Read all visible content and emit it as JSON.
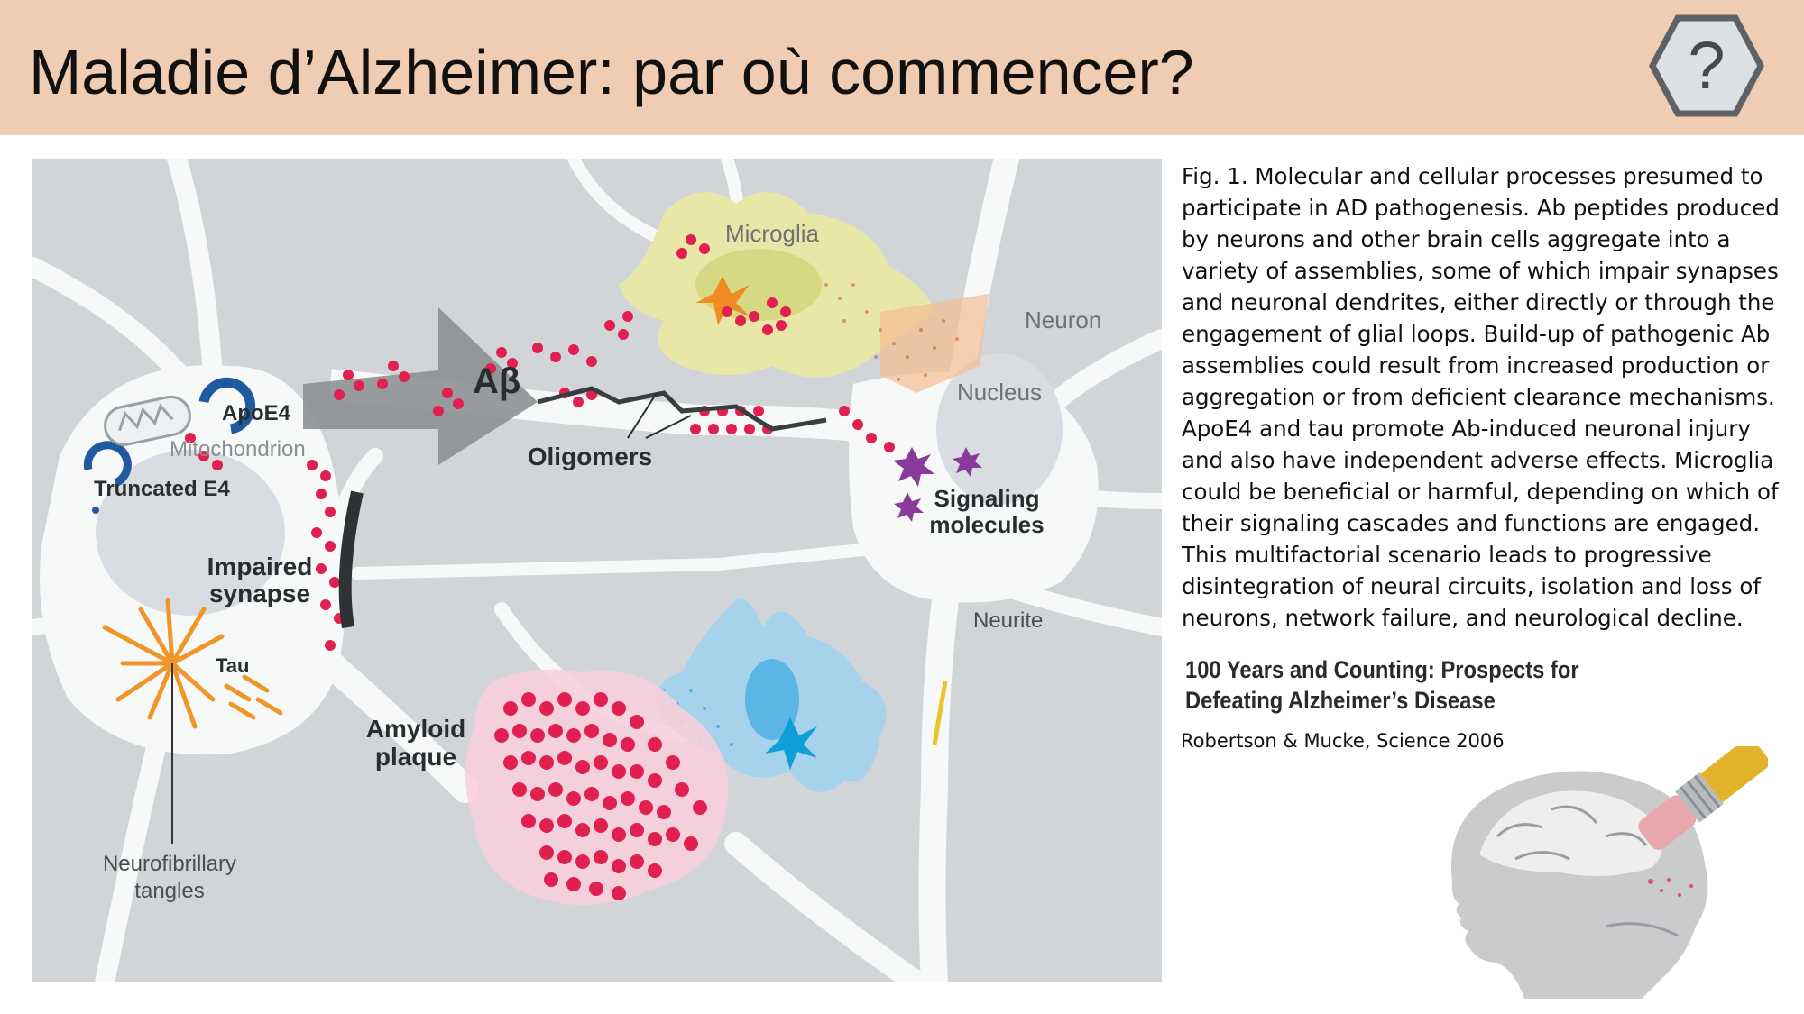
{
  "slide": {
    "title": "Maladie d’Alzheimer: par où commencer?",
    "help_icon": "question-mark-hexagon-icon",
    "colors": {
      "header_bg": "#f0ccb2",
      "figure_bg": "#d2d5d8",
      "neuron_fill": "#f7f8f8",
      "amyloid": "#e0214f",
      "tau": "#f0952a",
      "microglia_yellow": "#e9e7a8",
      "microglia_blue": "#a7d2ec",
      "signaling": "#8a3a9a",
      "apoe_blue": "#1f5aa0"
    }
  },
  "figure": {
    "labels": {
      "microglia": "Microglia",
      "neuron": "Neuron",
      "nucleus": "Nucleus",
      "abeta": "Aβ",
      "apoe4": "ApoE4",
      "mitochondrion": "Mitochondrion",
      "truncated_e4": "Truncated E4",
      "oligomers": "Oligomers",
      "signaling_1": "Signaling",
      "signaling_2": "molecules",
      "impaired_1": "Impaired",
      "impaired_2": "synapse",
      "tau": "Tau",
      "neurite": "Neurite",
      "amyloid_1": "Amyloid",
      "amyloid_2": "plaque",
      "tangles_1": "Neurofibrillary",
      "tangles_2": "tangles"
    }
  },
  "caption": {
    "text": "Fig. 1. Molecular and cellular processes presumed to participate in AD pathogenesis. Ab peptides produced by neurons and other brain cells aggregate into a variety of assemblies, some of which impair synapses and neuronal dendrites, either directly or through the engagement of glial loops. Build-up of pathogenic Ab assemblies could result from increased production or aggregation or from deficient clearance mechanisms. ApoE4 and tau promote Ab-induced neuronal injury and also have independent adverse effects. Microglia could be beneficial or harmful, depending on which of their signaling cascades and functions are engaged. This multifactorial scenario leads to progressive disintegration of neural circuits, isolation and loss of neurons, network failure, and neurological decline."
  },
  "book": {
    "line1": "100 Years and Counting: Prospects for",
    "line2": "Defeating Alzheimer’s Disease"
  },
  "citation": "Robertson & Mucke, Science 2006",
  "illustration": {
    "icon": "brain-eraser-icon"
  }
}
